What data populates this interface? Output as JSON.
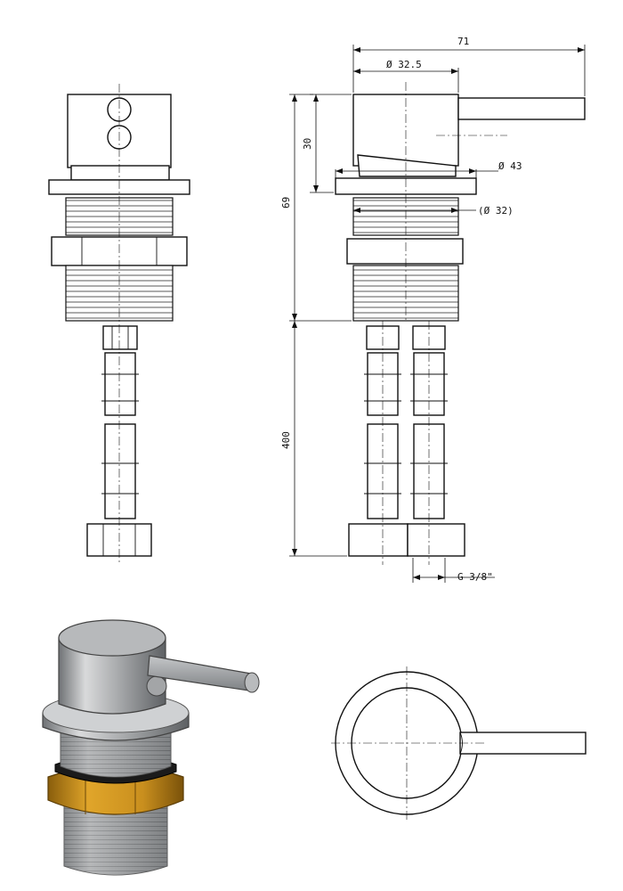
{
  "dimensions": {
    "overall_width": "71",
    "handle_diameter": "Ø 32.5",
    "handle_height": "30",
    "flange_diameter": "Ø 43",
    "thread_diameter": "(Ø 32)",
    "body_height": "69",
    "hose_length": "400",
    "connection": "G 3/8\""
  },
  "colors": {
    "line": "#111111",
    "chrome_light": "#d9dadb",
    "chrome_mid": "#a9abad",
    "chrome_dark": "#6f7275",
    "brass": "#c98f1e",
    "brass_dark": "#8a5e0c"
  },
  "views": [
    "front-view",
    "side-view",
    "3d-render",
    "top-view"
  ]
}
